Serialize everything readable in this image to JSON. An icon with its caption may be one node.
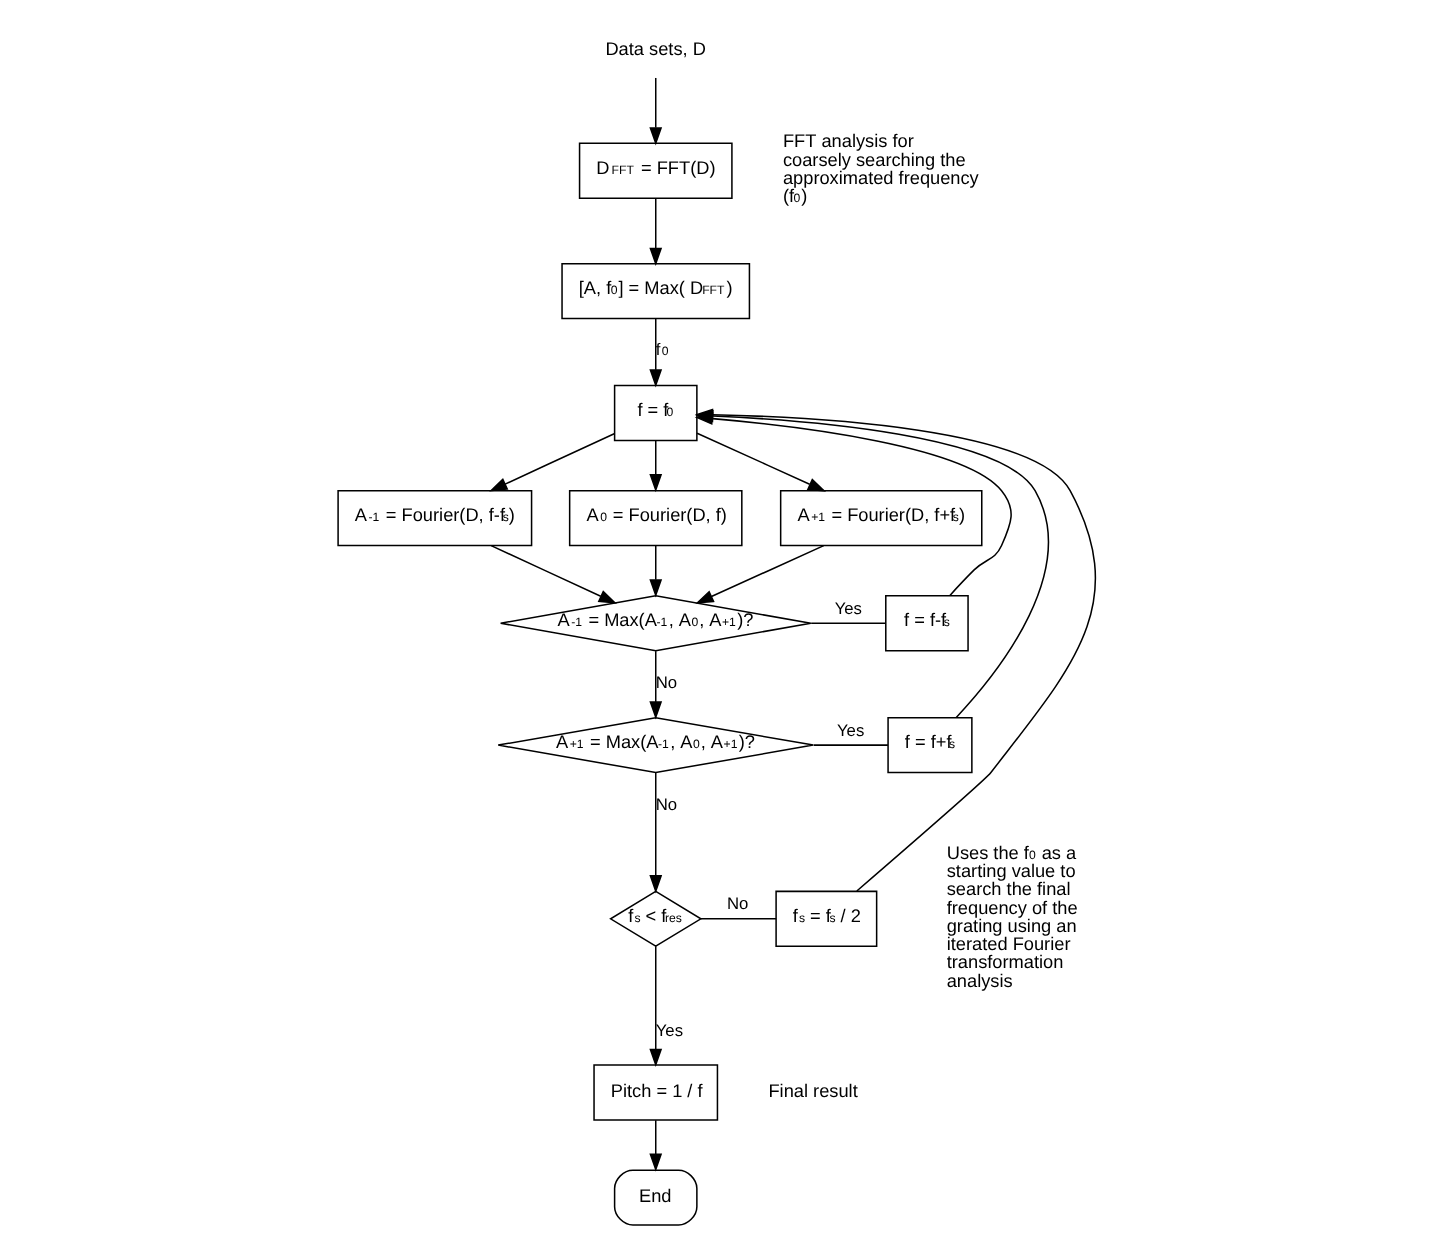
{
  "diagram": {
    "nodes": [
      {
        "text": [
          "Data sets, D"
        ]
      },
      {
        "text": [
          "D$_{FFT}$ = FFT(D)"
        ]
      },
      {
        "text": [
          "[A, f$_{0}$] = Max( D$_{FFT}$)"
        ]
      },
      {
        "text": [
          "f = f$_{0}$"
        ]
      },
      {
        "text": [
          "A$_{-1}$ = Fourier(D, f-f$_{s}$)"
        ]
      },
      {
        "text": [
          "A$_{0}$ = Fourier(D, f)"
        ]
      },
      {
        "text": [
          "A$_{+1}$ = Fourier(D, f+f$_{s}$)"
        ]
      },
      {
        "text": [
          "A$_{-1}$ = Max(A$_{-1}$, A$_{0}$, A$_{+1}$)?"
        ]
      },
      {
        "text": [
          "f = f-f$_{s}$"
        ]
      },
      {
        "text": [
          "A$_{+1}$ = Max(A$_{-1}$, A$_{0}$, A$_{+1}$)?"
        ]
      },
      {
        "text": [
          "f = f+f$_{s}$"
        ]
      },
      {
        "text": [
          "f$_{s}$ < f$_{res}$"
        ]
      },
      {
        "text": [
          "f$_{s}$ = f$_{s}$ / 2"
        ]
      },
      {
        "text": [
          "Pitch = 1 / f"
        ]
      },
      {
        "text": [
          "End"
        ]
      }
    ],
    "edges": [
      {
        "from": 0,
        "to": 1,
        "arrow": "to"
      },
      {
        "from": 1,
        "to": 2,
        "arrow": "to"
      },
      {
        "from": 2,
        "to": 3,
        "arrow": "to",
        "label": "f$_{0}$"
      },
      {
        "from": 3,
        "to": 4,
        "arrow": "to"
      },
      {
        "from": 3,
        "to": 5,
        "arrow": "to"
      },
      {
        "from": 3,
        "to": 6,
        "arrow": "to"
      },
      {
        "from": 4,
        "to": 7,
        "arrow": "to"
      },
      {
        "from": 5,
        "to": 7,
        "arrow": "to"
      },
      {
        "from": 6,
        "to": 7,
        "arrow": "to"
      },
      {
        "from": 7,
        "to": 8,
        "arrow": "none",
        "label": "Yes"
      },
      {
        "from": 8,
        "to": 3,
        "arrow": "to"
      },
      {
        "from": 7,
        "to": 9,
        "arrow": "to",
        "label": "No"
      },
      {
        "from": 9,
        "to": 10,
        "arrow": "none",
        "label": "Yes"
      },
      {
        "from": 10,
        "to": 3,
        "arrow": "to"
      },
      {
        "from": 9,
        "to": 11,
        "arrow": "to",
        "label": "No"
      },
      {
        "from": 11,
        "to": 12,
        "arrow": "none",
        "label": "No"
      },
      {
        "from": 12,
        "to": 3,
        "arrow": "to"
      },
      {
        "from": 11,
        "to": 13,
        "arrow": "to",
        "label": "Yes"
      },
      {
        "from": 13,
        "to": 14,
        "arrow": "to"
      }
    ],
    "labels": [
      "FFT analysis for coarsely searching the approximated frequency (f$_{0}$)",
      "Uses the f$_{0}$ as a starting value to search the final frequency of the grating using an iterated Fourier transformation analysis",
      "Final result"
    ]
  }
}
